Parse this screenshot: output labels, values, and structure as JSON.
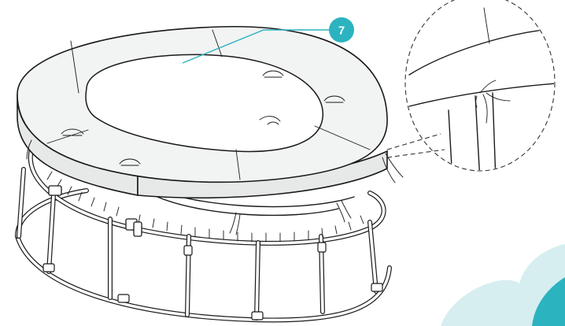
{
  "callout": {
    "number": "7",
    "badge_color": "#2bb3c0"
  },
  "colors": {
    "cloud_light": "#d6eef0",
    "cloud_dark": "#2bb3c0",
    "line": "#1a1a1a"
  },
  "icons": [
    "trampoline-pad-illustration",
    "tie-detail-magnifier"
  ]
}
